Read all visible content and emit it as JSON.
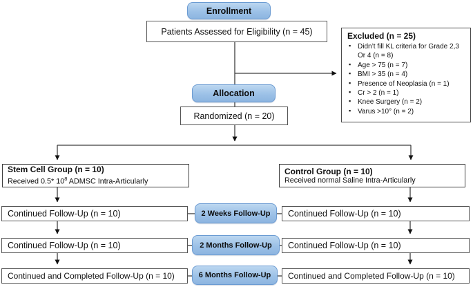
{
  "stages": {
    "enrollment": "Enrollment",
    "allocation": "Allocation"
  },
  "boxes": {
    "assessed": "Patients Assessed for Eligibility (n = 45)",
    "randomized": "Randomized (n = 20)"
  },
  "excluded": {
    "title": "Excluded (n = 25)",
    "items": [
      "Didn’t fill KL criteria for Grade 2,3 Or 4 (n = 8)",
      "Age > 75 (n = 7)",
      "BMI > 35 (n = 4)",
      "Presence of Neoplasia (n = 1)",
      "Cr > 2 (n = 1)",
      "Knee Surgery (n = 2)",
      "Varus >10° (n = 2)"
    ]
  },
  "groups": {
    "stem": {
      "title": "Stem Cell Group (n = 10)",
      "subtitle_pre": "Received 0.5* 10",
      "subtitle_sup": "8",
      "subtitle_post": " ADMSC Intra-Articularly"
    },
    "control": {
      "title": "Control Group (n = 10)",
      "subtitle": "Received normal Saline Intra-Articularly"
    }
  },
  "followups": [
    {
      "left": "Continued Follow-Up (n = 10)",
      "milestone": "2 Weeks Follow-Up",
      "right": "Continued Follow-Up (n = 10)"
    },
    {
      "left": "Continued Follow-Up (n = 10)",
      "milestone": "2 Months Follow-Up",
      "right": "Continued Follow-Up (n = 10)"
    },
    {
      "left": "Continued and Completed Follow-Up (n = 10)",
      "milestone": "6 Months Follow-Up",
      "right": "Continued and Completed Follow-Up (n = 10)"
    }
  ],
  "colors": {
    "pill_fill": "#9cc1e7",
    "pill_border": "#6b9bd2",
    "box_border": "#545454",
    "line": "#3d3d3d"
  }
}
